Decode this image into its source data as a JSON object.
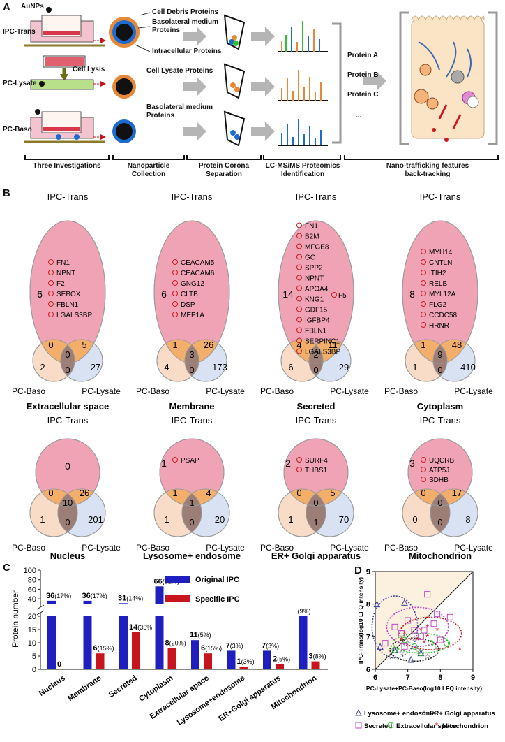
{
  "panels": {
    "a": "A",
    "b": "B",
    "c": "C",
    "d": "D"
  },
  "panel_a": {
    "auNPs": "AuNPs",
    "rows": [
      "IPC-Trans",
      "PC-Lysate",
      "PC-Baso"
    ],
    "cell_lysis": "Cell Lysis",
    "nano_labels": [
      "Cell Debris Proteins",
      "Basolateral medium Proteins",
      "Intracellular Proteins",
      "Cell Lysate Proteins",
      "Basolateral medium Proteins"
    ],
    "proteins": [
      "Protein A",
      "Protein B",
      "Protein C",
      "..."
    ],
    "steps": [
      "Three Investigations",
      "Nanoparticle Collection",
      "Protein Corona Separation",
      "LC-MS/MS Proteomics Identification",
      "Nano-trafficking features back-tracking"
    ]
  },
  "panel_b": {
    "set_labels": {
      "top": "IPC-Trans",
      "left": "PC-Baso",
      "right": "PC-Lysate"
    },
    "venns": [
      {
        "title": "Extracellular space",
        "top_only": "6",
        "genes": [
          "FN1",
          "NPNT",
          "F2",
          "SEBOX",
          "FBLN1",
          "LGALS3BP"
        ],
        "extra_gene": "",
        "tl": "0",
        "tr": "5",
        "center": "0",
        "left": "2",
        "right": "27",
        "lr": "0"
      },
      {
        "title": "Membrane",
        "top_only": "6",
        "genes": [
          "CEACAM5",
          "CEACAM6",
          "GNG12",
          "CLTB",
          "DSP",
          "MEP1A"
        ],
        "extra_gene": "",
        "tl": "1",
        "tr": "26",
        "center": "3",
        "left": "4",
        "right": "173",
        "lr": "0"
      },
      {
        "title": "Secreted",
        "top_only": "14",
        "genes": [
          "FN1",
          "B2M",
          "MFGE8",
          "GC",
          "SPP2",
          "NPNT",
          "APOA4",
          "KNG1",
          "GDF15",
          "IGFBP4",
          "FBLN1",
          "SERPINC1",
          "LGALS3BP"
        ],
        "extra_gene": "F5",
        "tl": "4",
        "tr": "11",
        "center": "2",
        "left": "6",
        "right": "29",
        "lr": "0"
      },
      {
        "title": "Cytoplasm",
        "top_only": "8",
        "genes": [
          "MYH14",
          "CNTLN",
          "ITIH2",
          "RELB",
          "MYL12A",
          "FLG2",
          "CCDC58",
          "HRNR"
        ],
        "extra_gene": "",
        "tl": "1",
        "tr": "48",
        "center": "9",
        "left": "1",
        "right": "410",
        "lr": "0"
      },
      {
        "title": "Nucleus",
        "top_only": "0",
        "genes": [],
        "tl": "0",
        "tr": "26",
        "center": "10",
        "left": "1",
        "right": "201",
        "lr": "0"
      },
      {
        "title": "Lysosome+ endosome",
        "top_only": "1",
        "genes": [
          "PSAP"
        ],
        "tl": "1",
        "tr": "4",
        "center": "1",
        "left": "1",
        "right": "20",
        "lr": "0"
      },
      {
        "title": "ER+ Golgi apparatus",
        "top_only": "2",
        "genes": [
          "SURF4",
          "THBS1"
        ],
        "tl": "0",
        "tr": "5",
        "center": "0",
        "left": "1",
        "right": "70",
        "lr": "1"
      },
      {
        "title": "Mitochondrion",
        "top_only": "3",
        "genes": [
          "UQCRB",
          "ATP5J",
          "SDHB"
        ],
        "tl": "0",
        "tr": "17",
        "center": "0",
        "left": "0",
        "right": "8",
        "lr": "0"
      }
    ]
  },
  "chart_data": [
    {
      "type": "bar",
      "ylabel": "Protein number",
      "categories": [
        "Nucleus",
        "Membrane",
        "Secreted",
        "Cytoplasm",
        "Extracellular space",
        "Lysosome+endosome",
        "ER+Golgi apparatus",
        "Mitochondrion"
      ],
      "series": [
        {
          "name": "Original IPC",
          "values": [
            36,
            36,
            31,
            66,
            11,
            7,
            7,
            20
          ],
          "labels": [
            "36",
            "36",
            "31",
            "66",
            "11",
            "7",
            "7",
            ""
          ],
          "pct": [
            "(17%)",
            "(17%)",
            "(14%)",
            "(31%)",
            "(5%)",
            "(3%)",
            "(3%)",
            "(9%)"
          ]
        },
        {
          "name": "Specific IPC",
          "values": [
            0,
            6,
            14,
            8,
            6,
            1,
            2,
            3
          ],
          "labels": [
            "0",
            "6",
            "14",
            "8",
            "6",
            "1",
            "2",
            "3"
          ],
          "pct": [
            "",
            "(15%)",
            "(35%",
            "(20%)",
            "(15%)",
            "(3%)",
            "(5%)",
            "(8%)"
          ]
        }
      ],
      "yticks_low": [
        "0",
        "5",
        "10",
        "15",
        "20"
      ],
      "yticks_high": [
        "40",
        "60",
        "80",
        "100"
      ],
      "colors": {
        "original": "#1f1fbf",
        "specific": "#c8141c"
      }
    },
    {
      "type": "scatter",
      "xlabel": "PC-Lysate+PC-Baso(log10 LFQ intensity)",
      "ylabel": "IPC-Trans(log10 LFQ intensity)",
      "xlim": [
        6,
        9
      ],
      "ylim": [
        6,
        9
      ],
      "xticks": [
        "6",
        "7",
        "8",
        "9"
      ],
      "yticks": [
        "6",
        "7",
        "8",
        "9"
      ],
      "legend": [
        "Lysosome+ endosome",
        "ER+ Golgi apparatus",
        "Secreted",
        "Extracellular space",
        "Mitochondrion"
      ],
      "series": [
        {
          "name": "Lysosome+ endosome",
          "marker": "triangle",
          "color": "#3a3aa8",
          "points": [
            [
              6.05,
              8.0
            ],
            [
              6.15,
              6.7
            ],
            [
              6.9,
              8.05
            ],
            [
              7.4,
              6.5
            ],
            [
              6.6,
              6.6
            ],
            [
              7.1,
              6.3
            ]
          ]
        },
        {
          "name": "ER+ Golgi apparatus",
          "marker": "star",
          "color": "#222222",
          "points": [
            [
              6.5,
              6.4
            ],
            [
              7.0,
              6.8
            ],
            [
              7.3,
              6.6
            ],
            [
              7.6,
              6.4
            ],
            [
              7.9,
              6.7
            ],
            [
              7.2,
              6.95
            ],
            [
              6.8,
              6.5
            ]
          ]
        },
        {
          "name": "Secreted",
          "marker": "square",
          "color": "#c040c8",
          "points": [
            [
              6.3,
              6.8
            ],
            [
              6.8,
              7.1
            ],
            [
              7.6,
              8.3
            ],
            [
              7.0,
              7.5
            ],
            [
              7.4,
              7.0
            ],
            [
              7.8,
              7.4
            ],
            [
              6.6,
              7.3
            ],
            [
              8.0,
              6.9
            ],
            [
              7.2,
              7.2
            ],
            [
              6.9,
              6.7
            ],
            [
              7.9,
              7.7
            ],
            [
              8.3,
              7.6
            ],
            [
              7.5,
              7.2
            ]
          ]
        },
        {
          "name": "Extracellular space",
          "marker": "circle",
          "color": "#2fbf2f",
          "points": [
            [
              6.6,
              6.6
            ],
            [
              7.2,
              6.7
            ],
            [
              7.7,
              6.8
            ],
            [
              8.2,
              6.8
            ],
            [
              7.4,
              6.5
            ],
            [
              6.9,
              6.9
            ]
          ]
        },
        {
          "name": "Mitochondrion",
          "marker": "asterisk",
          "color": "#d01820",
          "points": [
            [
              7.6,
              7.3
            ],
            [
              7.1,
              6.9
            ],
            [
              7.6,
              7.0
            ],
            [
              7.5,
              6.8
            ],
            [
              7.9,
              7.2
            ],
            [
              8.6,
              6.6
            ],
            [
              7.4,
              7.2
            ],
            [
              6.9,
              7.1
            ],
            [
              7.3,
              6.9
            ],
            [
              6.8,
              6.9
            ]
          ]
        }
      ]
    }
  ]
}
